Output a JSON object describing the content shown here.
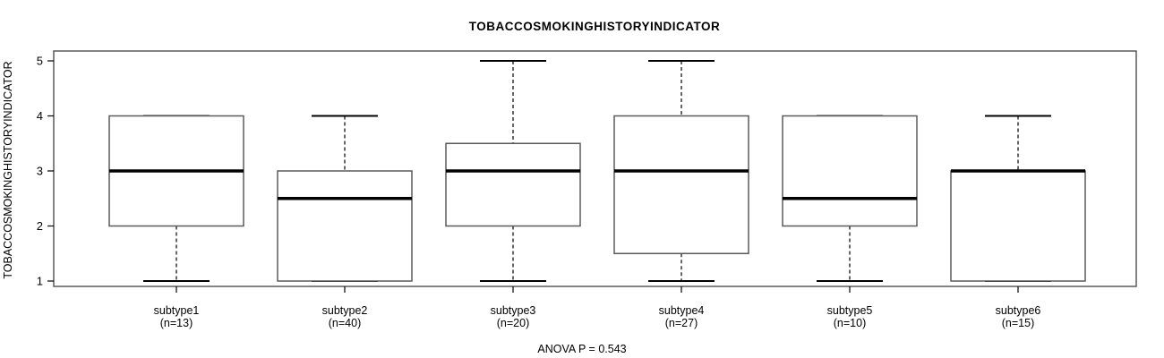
{
  "figure": {
    "title": "TOBACCOSMOKINGHISTORYINDICATOR",
    "y_axis_label": "TOBACCOSMOKINGHISTORYINDICATOR",
    "footer": "ANOVA P = 0.543"
  },
  "chart_data": {
    "type": "boxplot",
    "title": "TOBACCOSMOKINGHISTORYINDICATOR",
    "ylabel": "TOBACCOSMOKINGHISTORYINDICATOR",
    "xlabel": "",
    "annotation": "ANOVA P = 0.543",
    "anova_p": 0.543,
    "ylim": [
      1,
      5
    ],
    "yticks": [
      1,
      2,
      3,
      4,
      5
    ],
    "grid": false,
    "legend": "none",
    "groups": [
      {
        "label": "subtype1",
        "n_label": "(n=13)",
        "n": 13,
        "min": 1,
        "q1": 2,
        "median": 3,
        "q3": 4,
        "max": 4
      },
      {
        "label": "subtype2",
        "n_label": "(n=40)",
        "n": 40,
        "min": 1,
        "q1": 1,
        "median": 2.5,
        "q3": 3,
        "max": 4
      },
      {
        "label": "subtype3",
        "n_label": "(n=20)",
        "n": 20,
        "min": 1,
        "q1": 2,
        "median": 3,
        "q3": 3.5,
        "max": 5
      },
      {
        "label": "subtype4",
        "n_label": "(n=27)",
        "n": 27,
        "min": 1,
        "q1": 1.5,
        "median": 3,
        "q3": 4,
        "max": 5
      },
      {
        "label": "subtype5",
        "n_label": "(n=10)",
        "n": 10,
        "min": 1,
        "q1": 2,
        "median": 2.5,
        "q3": 4,
        "max": 4
      },
      {
        "label": "subtype6",
        "n_label": "(n=15)",
        "n": 15,
        "min": 1,
        "q1": 1,
        "median": 3,
        "q3": 3,
        "max": 4
      }
    ]
  },
  "colors": {
    "background": "#ffffff",
    "frame_stroke": "#5a5a5a",
    "box_stroke": "#5a5a5a",
    "box_fill": "#ffffff",
    "median": "#000000",
    "whisker": "#000000",
    "cap": "#000000",
    "text": "#000000"
  }
}
